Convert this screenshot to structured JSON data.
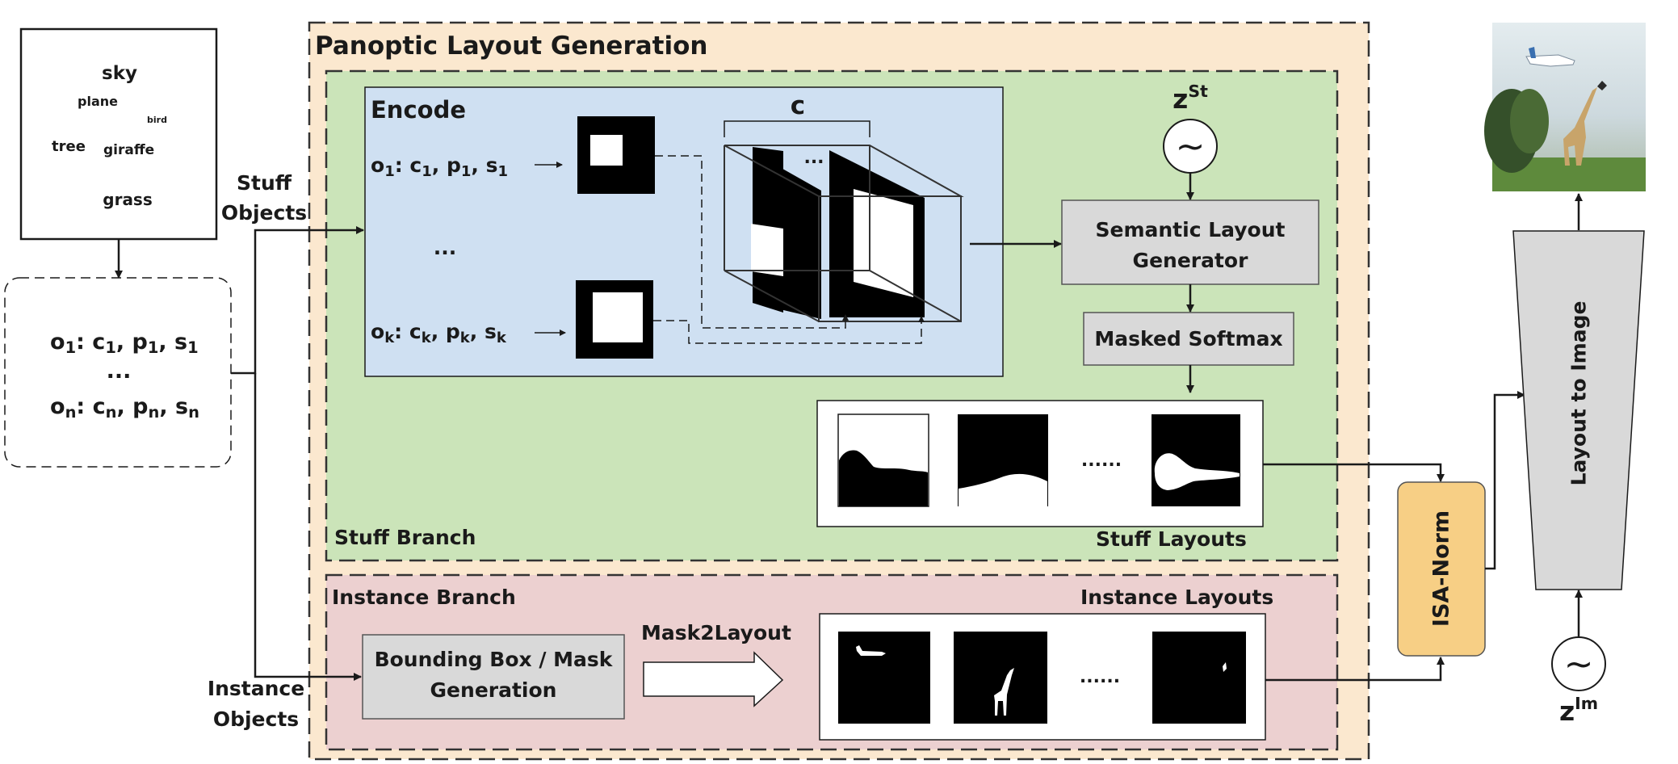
{
  "scene_words": {
    "sky": "sky",
    "plane": "plane",
    "bird": "bird",
    "tree": "tree",
    "giraffe": "giraffe",
    "grass": "grass"
  },
  "object_list": {
    "row1": {
      "o": "o",
      "o_sub": "1",
      "c": "c",
      "c_sub": "1",
      "p": "p",
      "p_sub": "1",
      "s": "s",
      "s_sub": "1"
    },
    "ellipsis": "...",
    "row2": {
      "o": "o",
      "o_sub": "n",
      "c": "c",
      "c_sub": "n",
      "p": "p",
      "p_sub": "n",
      "s": "s",
      "s_sub": "n"
    }
  },
  "labels": {
    "stuff_objects_1": "Stuff",
    "stuff_objects_2": "Objects",
    "instance_objects_1": "Instance",
    "instance_objects_2": "Objects",
    "panoptic_title": "Panoptic Layout Generation",
    "stuff_branch": "Stuff Branch",
    "instance_branch": "Instance Branch",
    "encode": "Encode",
    "c_bracket": "c",
    "cube_dots": "...",
    "encode_dots": "...",
    "stuff_layouts": "Stuff Layouts",
    "instance_layouts": "Instance Layouts",
    "semantic_line1": "Semantic Layout",
    "semantic_line2": "Generator",
    "masked_softmax": "Masked Softmax",
    "bbox_line1": "Bounding Box / Mask",
    "bbox_line2": "Generation",
    "mask2layout": "Mask2Layout",
    "isa_norm": "ISA-Norm",
    "layout_to_image": "Layout to Image",
    "z_st": "z",
    "z_st_sup": "St",
    "z_im": "z",
    "z_im_sup": "Im",
    "tilde": "~",
    "stuff_dots": "......",
    "instance_dots": "......"
  },
  "encode_rows": {
    "row1": {
      "o": "o",
      "o_sub": "1",
      "c": "c",
      "c_sub": "1",
      "p": "p",
      "p_sub": "1",
      "s": "s",
      "s_sub": "1"
    },
    "row2": {
      "o": "o",
      "o_sub": "k",
      "c": "c",
      "c_sub": "k",
      "p": "p",
      "p_sub": "k",
      "s": "s",
      "s_sub": "k"
    }
  },
  "colors": {
    "panoptic_fill": "#fbe8cf",
    "stuff_fill": "#cbe4b9",
    "encode_fill": "#cfe0f2",
    "instance_fill": "#ecd0d0",
    "gray_box": "#d9d9d9",
    "isa_fill": "#f7cf85",
    "stroke": "#1a1a1a"
  }
}
